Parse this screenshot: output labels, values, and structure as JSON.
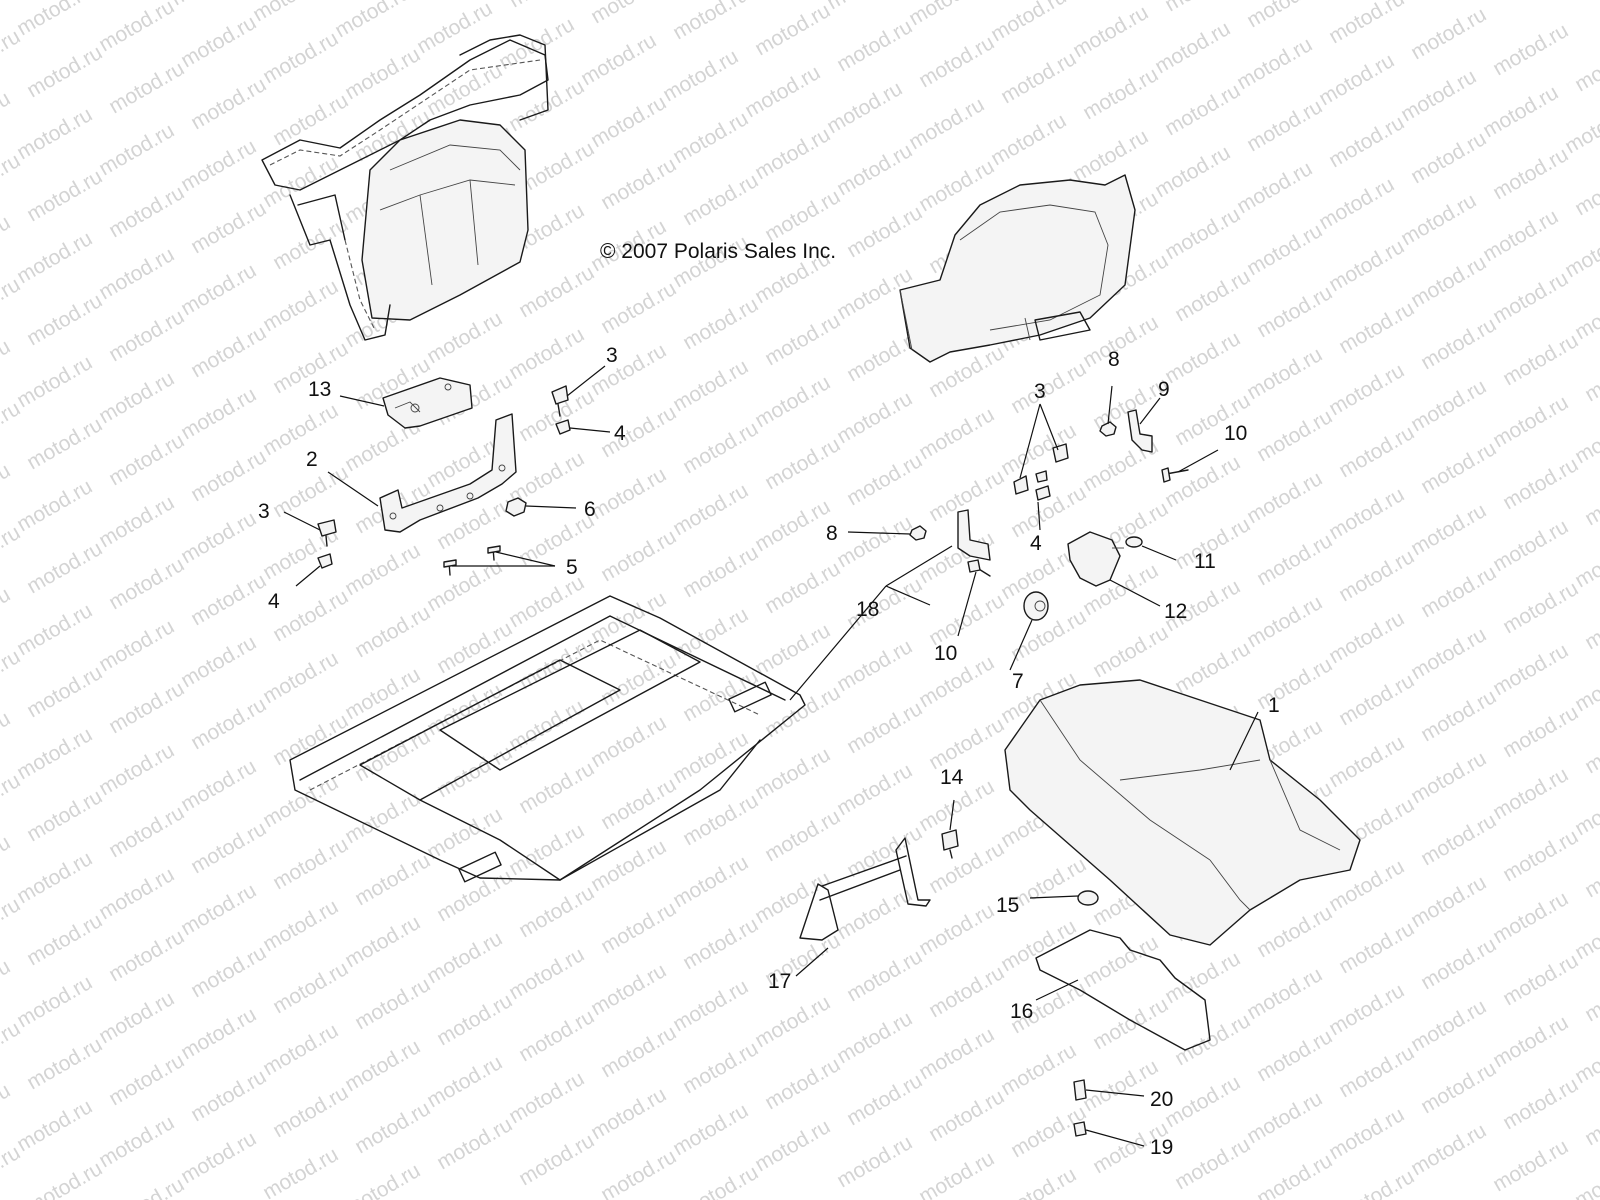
{
  "copyright": "© 2007 Polaris Sales Inc.",
  "watermark": "motod.ru",
  "callouts": [
    "1",
    "2",
    "3",
    "3",
    "3",
    "4",
    "4",
    "4",
    "5",
    "6",
    "7",
    "8",
    "8",
    "9",
    "10",
    "10",
    "11",
    "12",
    "13",
    "14",
    "15",
    "16",
    "17",
    "18",
    "19",
    "20"
  ]
}
